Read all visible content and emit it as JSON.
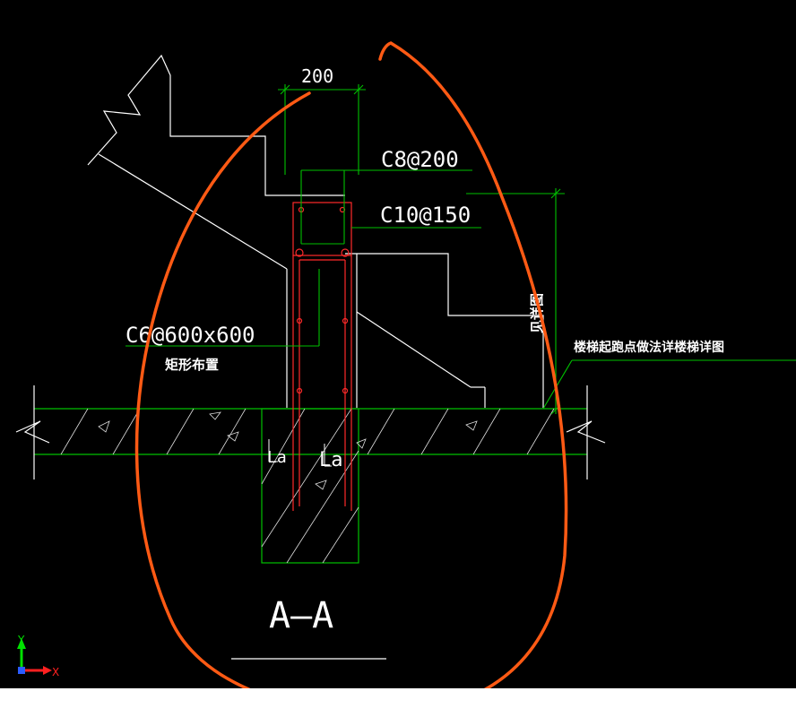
{
  "drawing": {
    "dimension_width": "200",
    "rebar_top_label": "C8@200",
    "rebar_side_label": "C10@150",
    "rebar_grid_label": "C6@600x600",
    "rebar_grid_note": "矩形布置",
    "height_dim_label": "见详图",
    "stair_note": "楼梯起跑点做法详楼梯详图",
    "anchor_label_left": "La",
    "anchor_label_right": "La",
    "section_title": "A—A"
  },
  "ucs": {
    "x_label": "X",
    "y_label": "Y"
  },
  "colors": {
    "background": "#000000",
    "line_white": "#ffffff",
    "line_green": "#00c000",
    "rebar_red": "#ff2a2a",
    "markup_orange": "#ff5a14",
    "axis_blue": "#2b5cff"
  }
}
